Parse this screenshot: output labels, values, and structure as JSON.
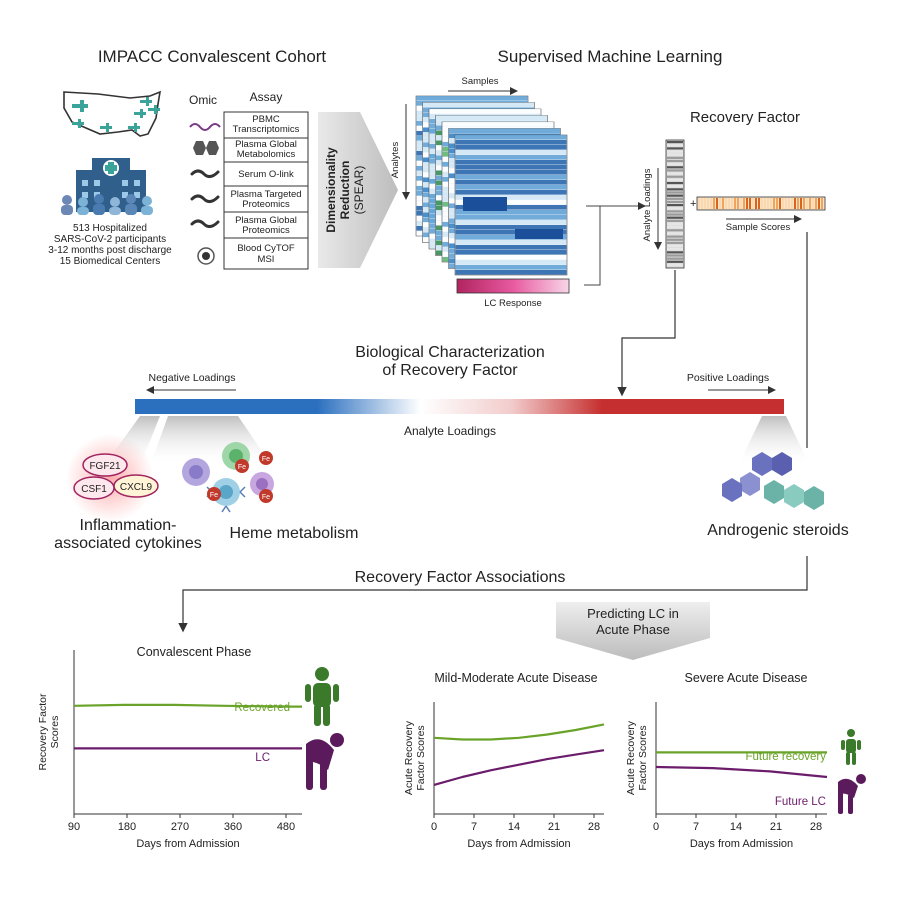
{
  "cohort": {
    "title": "IMPACC Convalescent Cohort",
    "omic_header": "Omic",
    "assay_header": "Assay",
    "assays": [
      {
        "line1": "PBMC",
        "line2": "Transcriptomics"
      },
      {
        "line1": "Plasma Global",
        "line2": "Metabolomics"
      },
      {
        "line1": "Serum O-link",
        "line2": ""
      },
      {
        "line1": "Plasma Targeted",
        "line2": "Proteomics"
      },
      {
        "line1": "Plasma Global",
        "line2": "Proteomics"
      },
      {
        "line1": "Blood CyTOF",
        "line2": "MSI"
      }
    ],
    "stats": [
      "513 Hospitalized",
      "SARS-CoV-2 participants",
      "3-12 months post discharge",
      "15 Biomedical Centers"
    ],
    "dim_red_line1": "Dimensionality",
    "dim_red_line2": "Reduction",
    "dim_red_line3": "(SPEAR)"
  },
  "ml": {
    "title": "Supervised Machine Learning",
    "samples_label": "Samples",
    "analytes_label": "Analytes",
    "lc_response_label": "LC Response",
    "heatmap_colors": [
      "#1f5fa8",
      "#2d7cc4",
      "#5a9fd4",
      "#2e8a4a",
      "#7cc48a",
      "#d0e6f5"
    ]
  },
  "recovery_factor": {
    "title": "Recovery Factor",
    "analyte_loadings_label": "Analyte Loadings",
    "sample_scores_label": "Sample Scores",
    "plus": "+"
  },
  "bio": {
    "title_line1": "Biological Characterization",
    "title_line2": "of Recovery Factor",
    "negative_label": "Negative Loadings",
    "positive_label": "Positive Loadings",
    "axis_label": "Analyte Loadings",
    "neg_color": "#2b6fbf",
    "pos_color": "#c62f2f",
    "cytokines": [
      "FGF21",
      "CSF1",
      "CXCL9"
    ],
    "fe_label": "Fe",
    "group_inflammation_line1": "Inflammation-",
    "group_inflammation_line2": "associated cytokines",
    "group_heme": "Heme metabolism",
    "group_androgenic": "Androgenic steroids"
  },
  "associations": {
    "title": "Recovery Factor Associations",
    "predicting_line1": "Predicting LC in",
    "predicting_line2": "Acute Phase"
  },
  "chart_data": [
    {
      "type": "line",
      "title": "Convalescent Phase",
      "xlabel": "Days from Admission",
      "ylabel_line1": "Recovery Factor",
      "ylabel_line2": "Scores",
      "x_ticks": [
        "90",
        "180",
        "270",
        "360",
        "480"
      ],
      "xlim": [
        90,
        500
      ],
      "series": [
        {
          "name": "Recovered",
          "color": "#6aa329",
          "x": [
            90,
            180,
            270,
            360,
            480,
            500
          ],
          "y": [
            0.66,
            0.665,
            0.665,
            0.66,
            0.655,
            0.655
          ]
        },
        {
          "name": "LC",
          "color": "#6b1d6b",
          "x": [
            90,
            500
          ],
          "y": [
            0.4,
            0.4
          ]
        }
      ]
    },
    {
      "type": "line",
      "title": "Mild-Moderate Acute Disease",
      "xlabel": "Days from Admission",
      "ylabel_line1": "Acute Recovery",
      "ylabel_line2": "Factor Scores",
      "x_ticks": [
        "0",
        "7",
        "14",
        "21",
        "28"
      ],
      "xlim": [
        0,
        30
      ],
      "series": [
        {
          "name": "",
          "color": "#6aa329",
          "x": [
            0,
            5,
            10,
            15,
            20,
            25,
            30
          ],
          "y": [
            0.68,
            0.665,
            0.665,
            0.68,
            0.71,
            0.75,
            0.8
          ]
        },
        {
          "name": "",
          "color": "#6b1d6b",
          "x": [
            0,
            5,
            10,
            15,
            20,
            25,
            30
          ],
          "y": [
            0.26,
            0.33,
            0.39,
            0.44,
            0.49,
            0.53,
            0.57
          ]
        }
      ]
    },
    {
      "type": "line",
      "title": "Severe Acute Disease",
      "xlabel": "Days from Admission",
      "ylabel_line1": "Acute Recovery",
      "ylabel_line2": "Factor Scores",
      "x_ticks": [
        "0",
        "7",
        "14",
        "21",
        "28"
      ],
      "xlim": [
        0,
        30
      ],
      "series": [
        {
          "name": "Future recovery",
          "color": "#6aa329",
          "x": [
            0,
            30
          ],
          "y": [
            0.55,
            0.55
          ]
        },
        {
          "name": "Future LC",
          "color": "#6b1d6b",
          "x": [
            0,
            10,
            20,
            30
          ],
          "y": [
            0.42,
            0.41,
            0.38,
            0.33
          ]
        }
      ]
    }
  ]
}
